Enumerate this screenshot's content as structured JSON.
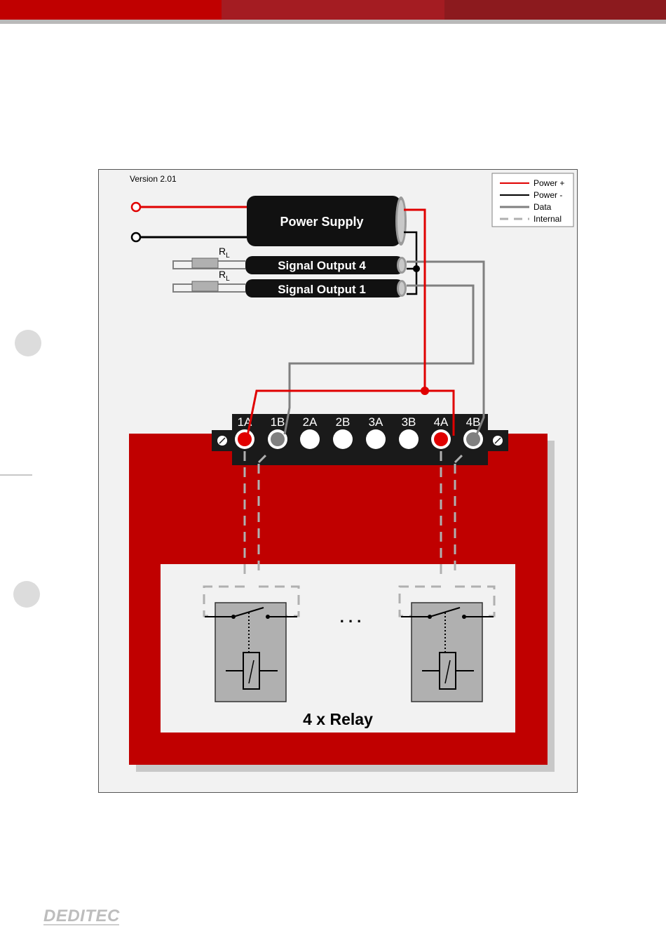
{
  "header": {
    "colors": {
      "left": "#c00000",
      "middle": "#a41c22",
      "right": "#8c1a1e",
      "underline": "#b9b9b9"
    }
  },
  "diagram": {
    "version": "Version 2.01",
    "power_supply_label": "Power Supply",
    "signal_output_4_label": "Signal Output 4",
    "signal_output_1_label": "Signal Output 1",
    "resistor_label_main": "R",
    "resistor_label_sub": "L",
    "legend": {
      "power_plus": "Power +",
      "power_minus": "Power -",
      "data": "Data",
      "internal": "Internal"
    },
    "terminals": [
      "1A",
      "1B",
      "2A",
      "2B",
      "3A",
      "3B",
      "4A",
      "4B"
    ],
    "ellipsis": ". . .",
    "relay_label": "4 x Relay",
    "colors": {
      "power_plus": "#e00000",
      "power_minus": "#000000",
      "data": "#808080",
      "internal": "#b0b0b0",
      "module": "#c00000",
      "background": "#f2f2f2"
    }
  },
  "footer": {
    "logo": "DEDITEC"
  }
}
